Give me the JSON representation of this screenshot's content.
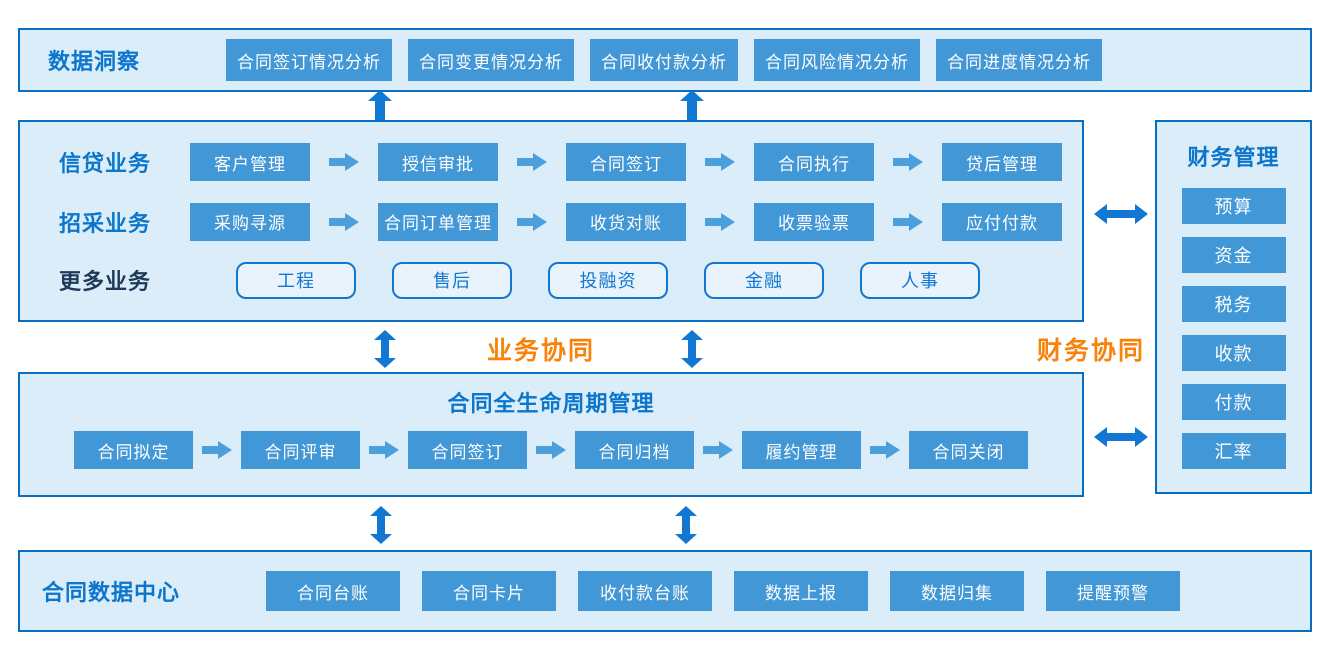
{
  "colors": {
    "panel_background": "#dcedfa",
    "panel_border": "#0a6ec0",
    "button_blue": "#4297d6",
    "button_text": "#ffffff",
    "label_blue": "#0b76cb",
    "label_dark": "#1e3a56",
    "arrow_blue": "#1277d2",
    "flow_arrow_blue": "#4ba0dc",
    "accent_orange": "#f8820a"
  },
  "data_insight": {
    "label": "数据洞察",
    "items": [
      "合同签订情况分析",
      "合同变更情况分析",
      "合同收付款分析",
      "合同风险情况分析",
      "合同进度情况分析"
    ]
  },
  "business_panel": {
    "credit": {
      "label": "信贷业务",
      "steps": [
        "客户管理",
        "授信审批",
        "合同签订",
        "合同执行",
        "贷后管理"
      ]
    },
    "procurement": {
      "label": "招采业务",
      "steps": [
        "采购寻源",
        "合同订单管理",
        "收货对账",
        "收票验票",
        "应付付款"
      ]
    },
    "more": {
      "label": "更多业务",
      "steps": [
        "工程",
        "售后",
        "投融资",
        "金融",
        "人事"
      ]
    }
  },
  "finance_panel": {
    "label": "财务管理",
    "items": [
      "预算",
      "资金",
      "税务",
      "收款",
      "付款",
      "汇率"
    ]
  },
  "collaboration": {
    "business_label": "业务协同",
    "finance_label": "财务协同"
  },
  "lifecycle_panel": {
    "title": "合同全生命周期管理",
    "steps": [
      "合同拟定",
      "合同评审",
      "合同签订",
      "合同归档",
      "履约管理",
      "合同关闭"
    ]
  },
  "data_center": {
    "label": "合同数据中心",
    "items": [
      "合同台账",
      "合同卡片",
      "收付款台账",
      "数据上报",
      "数据归集",
      "提醒预警"
    ]
  }
}
